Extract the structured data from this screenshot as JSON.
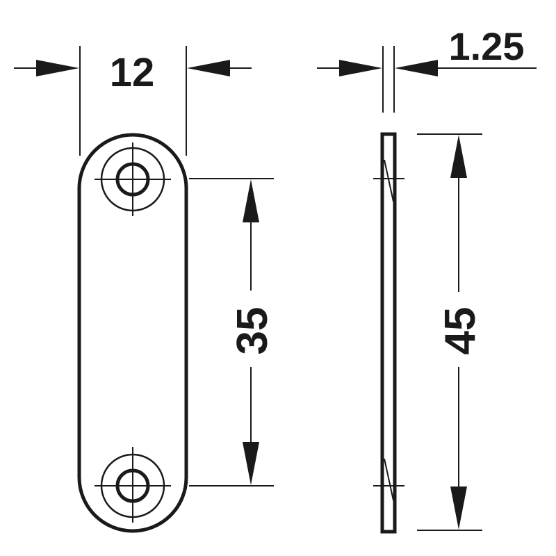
{
  "diagram": {
    "dimensions": {
      "width": "12",
      "thickness": "1.25",
      "hole_spacing": "35",
      "length": "45"
    },
    "colors": {
      "ink": "#1a1a1a",
      "background": "#ffffff",
      "shading": "#8a8a8a"
    }
  }
}
